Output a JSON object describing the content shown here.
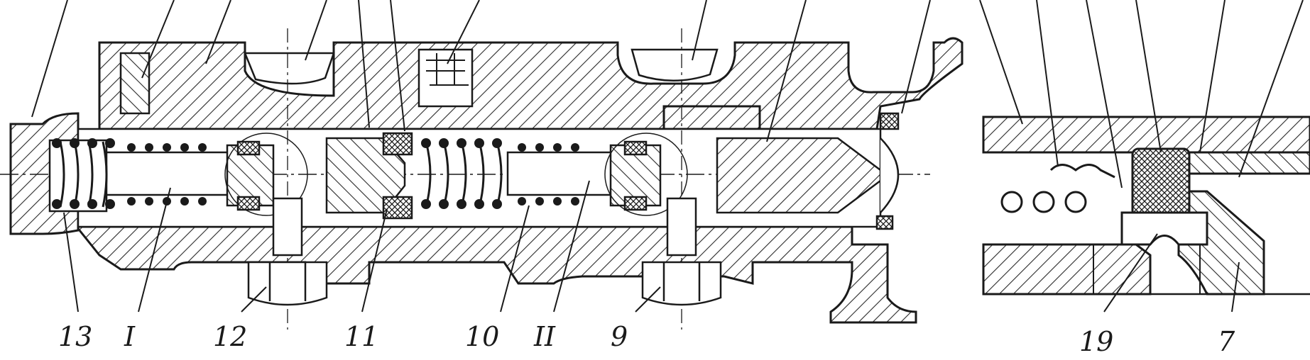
{
  "colors": {
    "ink": "#1a1a1a",
    "paper": "#ffffff",
    "hatch": "#2a2a2a"
  },
  "labels": {
    "l13": "13",
    "lI": "I",
    "l12": "12",
    "l11": "11",
    "l10": "10",
    "lII": "II",
    "l9": "9",
    "l19": "19",
    "l7": "7"
  }
}
